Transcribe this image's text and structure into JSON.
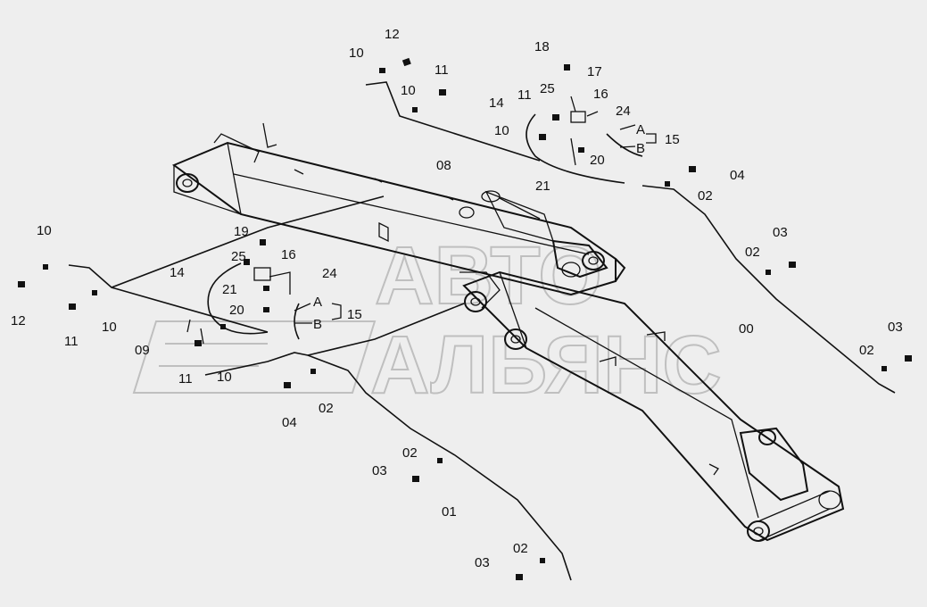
{
  "watermark": {
    "line1": "АВТО",
    "line2": "АЛЬЯНС"
  },
  "labels": {
    "l12a": "12",
    "l10a": "10",
    "l11a": "11",
    "l10b": "10",
    "l08": "08",
    "l18": "18",
    "l17": "17",
    "l25a": "25",
    "l16a": "16",
    "l11b": "11",
    "l14a": "14",
    "l24a": "24",
    "lAa": "A",
    "lBa": "B",
    "l15a": "15",
    "l10c": "10",
    "l20a": "20",
    "l21a": "21",
    "l04a": "04",
    "l02a": "02",
    "l03a": "03",
    "l02b": "02",
    "l00": "00",
    "l03b": "03",
    "l02c": "02",
    "l10d": "10",
    "l12b": "12",
    "l11c": "11",
    "l10e": "10",
    "l19": "19",
    "l25b": "25",
    "l16b": "16",
    "l14b": "14",
    "l24b": "24",
    "l21b": "21",
    "lAb": "A",
    "l20b": "20",
    "lBb": "B",
    "l15b": "15",
    "l09": "09",
    "l11d": "11",
    "l10f": "10",
    "l04b": "04",
    "l02d": "02",
    "l02e": "02",
    "l03c": "03",
    "l01": "01",
    "l02f": "02",
    "l03d": "03"
  }
}
